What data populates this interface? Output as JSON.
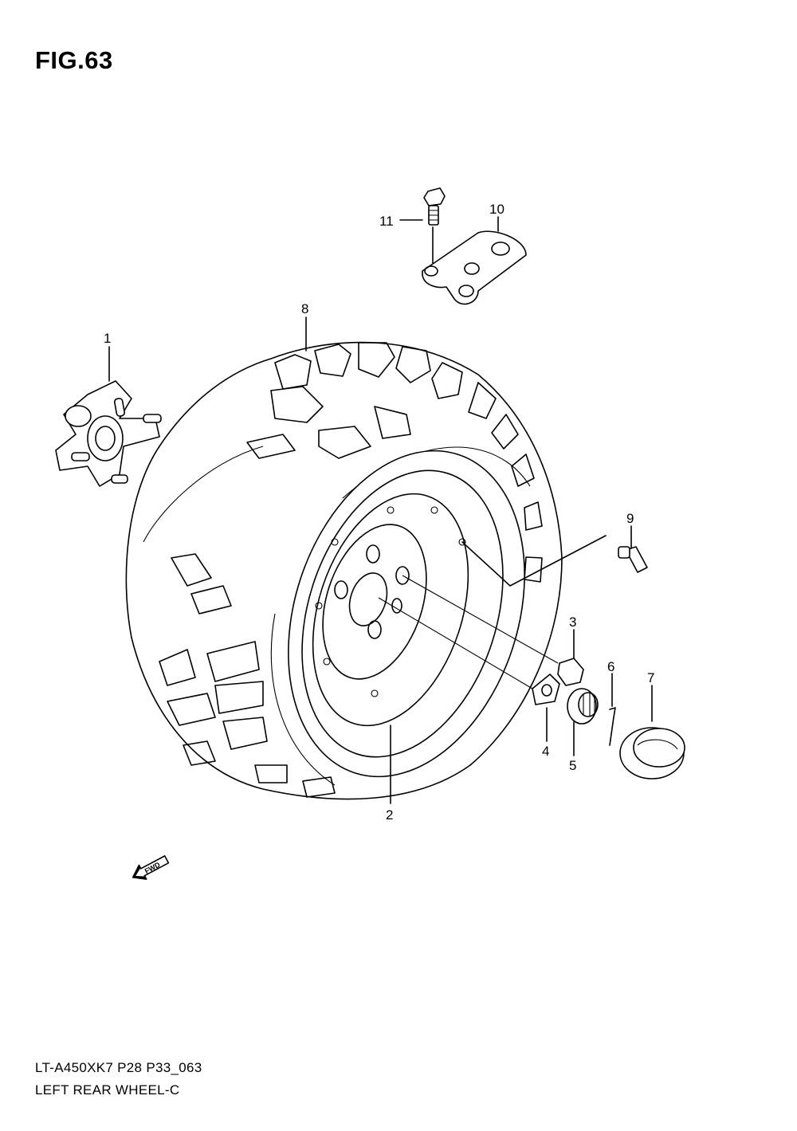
{
  "figure": {
    "title": "FIG.63"
  },
  "callouts": [
    {
      "id": "1",
      "label": "1"
    },
    {
      "id": "2",
      "label": "2"
    },
    {
      "id": "3",
      "label": "3"
    },
    {
      "id": "4",
      "label": "4"
    },
    {
      "id": "5",
      "label": "5"
    },
    {
      "id": "6",
      "label": "6"
    },
    {
      "id": "7",
      "label": "7"
    },
    {
      "id": "8",
      "label": "8"
    },
    {
      "id": "9",
      "label": "9"
    },
    {
      "id": "10",
      "label": "10"
    },
    {
      "id": "11",
      "label": "11"
    }
  ],
  "fwd_marker": {
    "label": "FWD",
    "icon": "fwd-arrow-icon"
  },
  "footer": {
    "code": "LT-A450XK7 P28 P33_063",
    "name": "LEFT REAR WHEEL-C"
  }
}
